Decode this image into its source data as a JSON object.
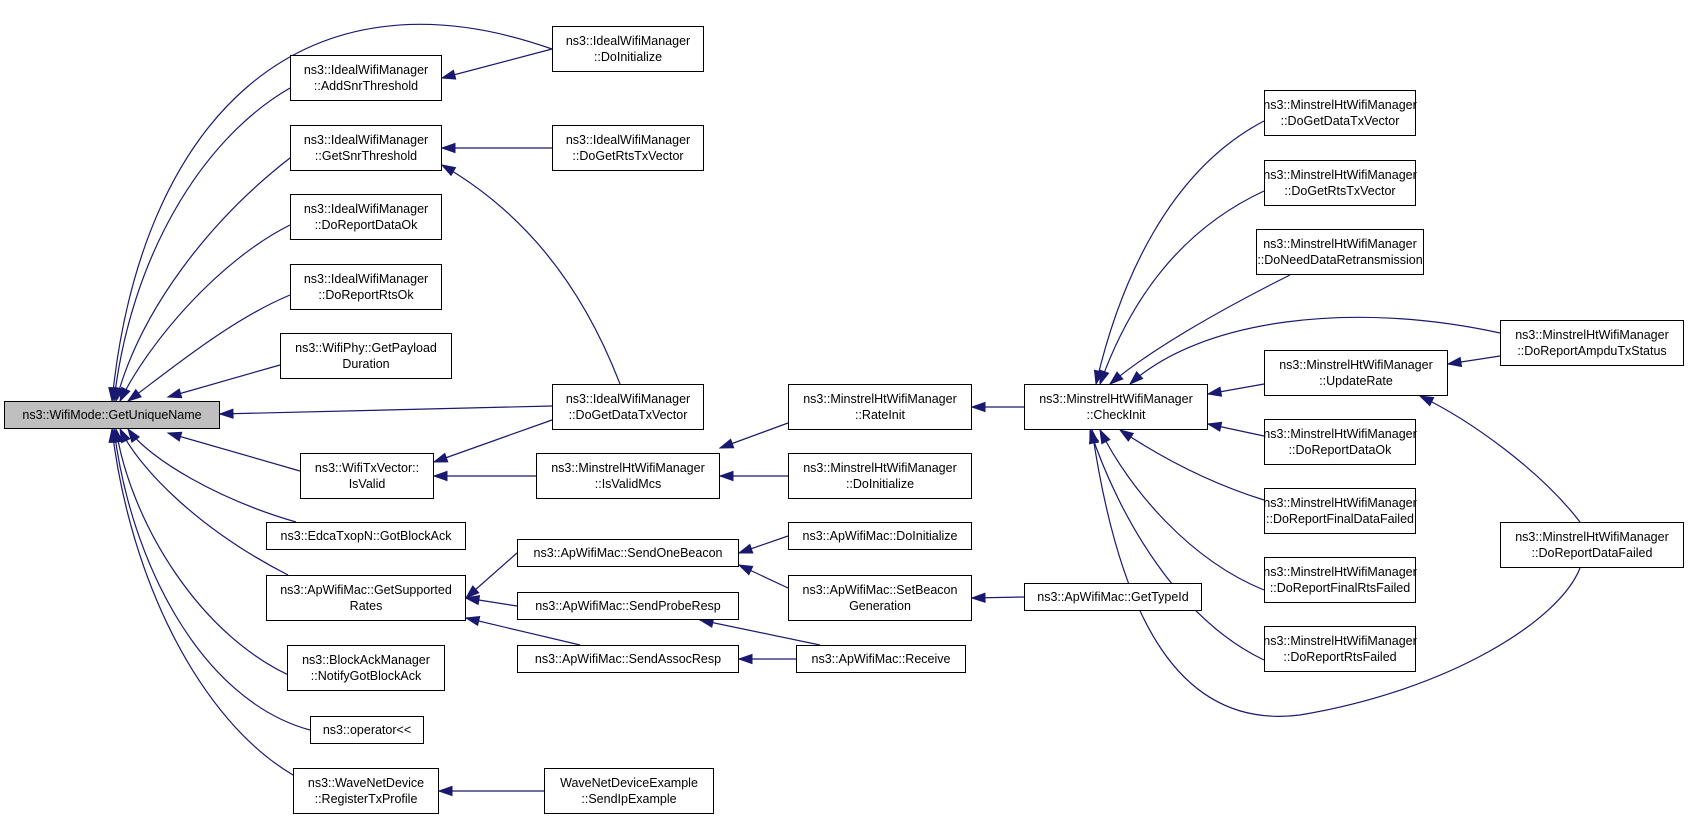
{
  "nodes": {
    "get_unique_name": [
      "ns3::WifiMode::GetUniqueName"
    ],
    "ideal_doinit": [
      "ns3::IdealWifiManager",
      "::DoInitialize"
    ],
    "ideal_addsnr": [
      "ns3::IdealWifiManager",
      "::AddSnrThreshold"
    ],
    "ideal_getsnr": [
      "ns3::IdealWifiManager",
      "::GetSnrThreshold"
    ],
    "ideal_rtstx": [
      "ns3::IdealWifiManager",
      "::DoGetRtsTxVector"
    ],
    "ideal_reportdataok": [
      "ns3::IdealWifiManager",
      "::DoReportDataOk"
    ],
    "ideal_reportrtsok": [
      "ns3::IdealWifiManager",
      "::DoReportRtsOk"
    ],
    "phy_payload": [
      "ns3::WifiPhy::GetPayload",
      "Duration"
    ],
    "ideal_datatx": [
      "ns3::IdealWifiManager",
      "::DoGetDataTxVector"
    ],
    "txvector_isvalid": [
      "ns3::WifiTxVector::",
      "IsValid"
    ],
    "edca_gotblockack": [
      "ns3::EdcaTxopN::GotBlockAck"
    ],
    "ap_getsupported": [
      "ns3::ApWifiMac::GetSupported",
      "Rates"
    ],
    "blockack_notify": [
      "ns3::BlockAckManager",
      "::NotifyGotBlockAck"
    ],
    "operator_out": [
      "ns3::operator<<"
    ],
    "wave_register": [
      "ns3::WaveNetDevice",
      "::RegisterTxProfile"
    ],
    "wave_example": [
      "WaveNetDeviceExample",
      "::SendIpExample"
    ],
    "minstrel_isvalidmcs": [
      "ns3::MinstrelHtWifiManager",
      "::IsValidMcs"
    ],
    "minstrel_rateinit": [
      "ns3::MinstrelHtWifiManager",
      "::RateInit"
    ],
    "minstrel_doinit": [
      "ns3::MinstrelHtWifiManager",
      "::DoInitialize"
    ],
    "ap_sendonebeacon": [
      "ns3::ApWifiMac::SendOneBeacon"
    ],
    "ap_sendproberesp": [
      "ns3::ApWifiMac::SendProbeResp"
    ],
    "ap_sendassocresp": [
      "ns3::ApWifiMac::SendAssocResp"
    ],
    "ap_doinit": [
      "ns3::ApWifiMac::DoInitialize"
    ],
    "ap_setbeacon": [
      "ns3::ApWifiMac::SetBeacon",
      "Generation"
    ],
    "ap_receive": [
      "ns3::ApWifiMac::Receive"
    ],
    "ap_gettypeid": [
      "ns3::ApWifiMac::GetTypeId"
    ],
    "minstrel_checkinit": [
      "ns3::MinstrelHtWifiManager",
      "::CheckInit"
    ],
    "minstrel_datatx": [
      "ns3::MinstrelHtWifiManager",
      "::DoGetDataTxVector"
    ],
    "minstrel_rtstx": [
      "ns3::MinstrelHtWifiManager",
      "::DoGetRtsTxVector"
    ],
    "minstrel_needretx": [
      "ns3::MinstrelHtWifiManager",
      "::DoNeedDataRetransmission"
    ],
    "minstrel_updaterate": [
      "ns3::MinstrelHtWifiManager",
      "::UpdateRate"
    ],
    "minstrel_reportdataok": [
      "ns3::MinstrelHtWifiManager",
      "::DoReportDataOk"
    ],
    "minstrel_finaldatafailed": [
      "ns3::MinstrelHtWifiManager",
      "::DoReportFinalDataFailed"
    ],
    "minstrel_finalrtsfailed": [
      "ns3::MinstrelHtWifiManager",
      "::DoReportFinalRtsFailed"
    ],
    "minstrel_rtsfailed": [
      "ns3::MinstrelHtWifiManager",
      "::DoReportRtsFailed"
    ],
    "minstrel_ampdu": [
      "ns3::MinstrelHtWifiManager",
      "::DoReportAmpduTxStatus"
    ],
    "minstrel_datafailed": [
      "ns3::MinstrelHtWifiManager",
      "::DoReportDataFailed"
    ]
  },
  "edges": [
    [
      "ideal_doinit",
      "get_unique_name"
    ],
    [
      "ideal_addsnr",
      "get_unique_name"
    ],
    [
      "ideal_doinit",
      "ideal_addsnr"
    ],
    [
      "ideal_getsnr",
      "get_unique_name"
    ],
    [
      "ideal_rtstx",
      "ideal_getsnr"
    ],
    [
      "ideal_datatx",
      "ideal_getsnr"
    ],
    [
      "ideal_reportdataok",
      "get_unique_name"
    ],
    [
      "ideal_reportrtsok",
      "get_unique_name"
    ],
    [
      "phy_payload",
      "get_unique_name"
    ],
    [
      "ideal_datatx",
      "get_unique_name"
    ],
    [
      "txvector_isvalid",
      "get_unique_name"
    ],
    [
      "ideal_datatx",
      "txvector_isvalid"
    ],
    [
      "minstrel_isvalidmcs",
      "txvector_isvalid"
    ],
    [
      "minstrel_rateinit",
      "minstrel_isvalidmcs"
    ],
    [
      "minstrel_doinit",
      "minstrel_isvalidmcs"
    ],
    [
      "minstrel_checkinit",
      "minstrel_rateinit"
    ],
    [
      "edca_gotblockack",
      "get_unique_name"
    ],
    [
      "ap_getsupported",
      "get_unique_name"
    ],
    [
      "ap_sendonebeacon",
      "ap_getsupported"
    ],
    [
      "ap_sendproberesp",
      "ap_getsupported"
    ],
    [
      "ap_sendassocresp",
      "ap_getsupported"
    ],
    [
      "ap_doinit",
      "ap_sendonebeacon"
    ],
    [
      "ap_setbeacon",
      "ap_sendonebeacon"
    ],
    [
      "ap_gettypeid",
      "ap_setbeacon"
    ],
    [
      "ap_receive",
      "ap_sendproberesp"
    ],
    [
      "ap_receive",
      "ap_sendassocresp"
    ],
    [
      "blockack_notify",
      "get_unique_name"
    ],
    [
      "operator_out",
      "get_unique_name"
    ],
    [
      "wave_register",
      "get_unique_name"
    ],
    [
      "wave_example",
      "wave_register"
    ],
    [
      "minstrel_datatx",
      "minstrel_checkinit"
    ],
    [
      "minstrel_rtstx",
      "minstrel_checkinit"
    ],
    [
      "minstrel_needretx",
      "minstrel_checkinit"
    ],
    [
      "minstrel_ampdu",
      "minstrel_checkinit"
    ],
    [
      "minstrel_updaterate",
      "minstrel_checkinit"
    ],
    [
      "minstrel_ampdu",
      "minstrel_updaterate"
    ],
    [
      "minstrel_datafailed",
      "minstrel_updaterate"
    ],
    [
      "minstrel_reportdataok",
      "minstrel_checkinit"
    ],
    [
      "minstrel_finaldatafailed",
      "minstrel_checkinit"
    ],
    [
      "minstrel_finalrtsfailed",
      "minstrel_checkinit"
    ],
    [
      "minstrel_rtsfailed",
      "minstrel_checkinit"
    ],
    [
      "minstrel_datafailed",
      "minstrel_checkinit"
    ]
  ],
  "colors": {
    "edge": "#191970",
    "root_fill": "#bfbfbf",
    "node_fill": "#ffffff",
    "border": "#000000"
  }
}
